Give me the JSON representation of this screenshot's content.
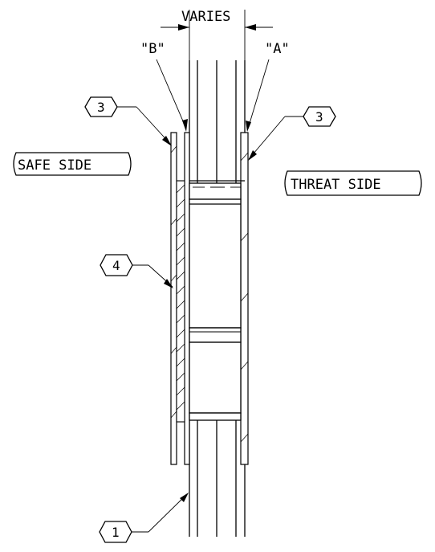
{
  "dimension": {
    "label": "VARIES"
  },
  "faces": {
    "b": "\"B\"",
    "a": "\"A\""
  },
  "sides": {
    "safe": "SAFE SIDE",
    "threat": "THREAT SIDE"
  },
  "callouts": [
    {
      "id": "callout-3-left",
      "number": "3"
    },
    {
      "id": "callout-3-right",
      "number": "3"
    },
    {
      "id": "callout-4",
      "number": "4"
    },
    {
      "id": "callout-1",
      "number": "1"
    }
  ]
}
